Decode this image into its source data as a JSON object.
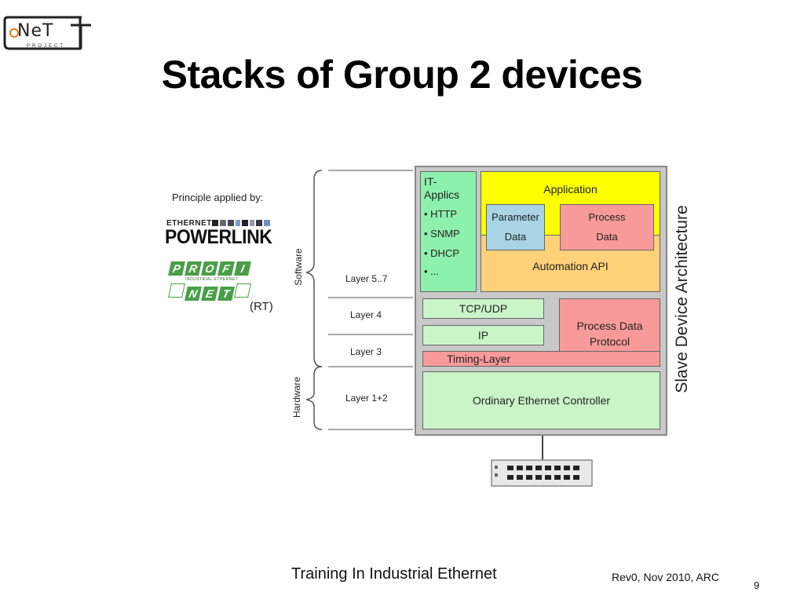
{
  "logo": {
    "word": "NeT",
    "tagline": "PROJECT"
  },
  "title": "Stacks of Group 2 devices",
  "principle": {
    "heading": "Principle applied by:",
    "powerlink_top": "ETHERNET",
    "powerlink_main": "POWERLINK",
    "profinet_top": [
      "P",
      "R",
      "O",
      "F",
      "I"
    ],
    "profinet_sub": "INDUSTRIAL ETHERNET",
    "profinet_bottom": [
      "N",
      "E",
      "T"
    ],
    "rt": "(RT)"
  },
  "diagram": {
    "side_labels": {
      "software": "Software",
      "hardware": "Hardware"
    },
    "layers": [
      "Layer 5..7",
      "Layer 4",
      "Layer 3",
      "Layer 1+2"
    ],
    "it_applics": {
      "title": "IT-\nApplics",
      "items": [
        "• HTTP",
        "• SNMP",
        "• DHCP",
        "• ..."
      ]
    },
    "application": "Application",
    "parameter_data": "Parameter\nData",
    "process_data": "Process\nData",
    "automation_api": "Automation API",
    "tcp_udp": "TCP/UDP",
    "ip": "IP",
    "process_data_protocol": "Process Data\nProtocol",
    "timing_layer": "Timing-Layer",
    "ethernet_controller": "Ordinary Ethernet Controller",
    "architecture_label": "Slave Device Architecture",
    "colors": {
      "yellow": "#ffff00",
      "orange": "#ffd27a",
      "pink": "#f99a9a",
      "green": "#8ef0ad",
      "lightgreen": "#c9f5c9",
      "blue": "#a9d4e6",
      "frame": "#c8c8c8"
    }
  },
  "footer": {
    "training": "Training In Industrial Ethernet",
    "rev": "Rev0, Nov 2010, ARC",
    "page": "9"
  }
}
